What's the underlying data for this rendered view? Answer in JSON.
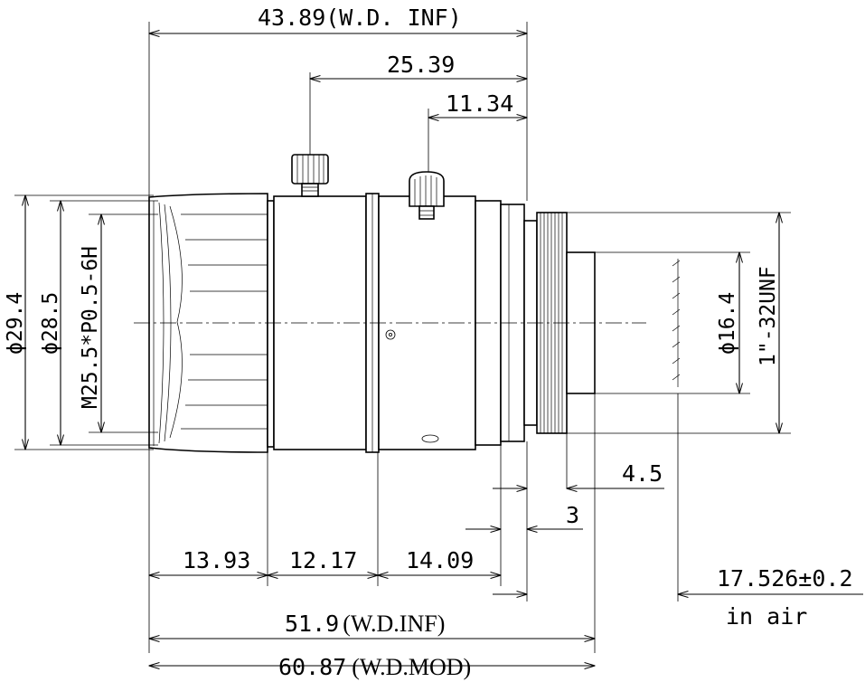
{
  "dimensions": {
    "overall_top": "43.89(W.D. INF)",
    "mid_top": "25.39",
    "small_top": "11.34",
    "dia_outer": "ϕ29.4",
    "dia_second": "ϕ28.5",
    "filter_thread": "M25.5*P0.5-6H",
    "dia_rear": "ϕ16.4",
    "mount_thread": "1\"-32UNF",
    "seg_1": "13.93",
    "seg_2": "12.17",
    "seg_3": "14.09",
    "flange_4_5": "4.5",
    "flange_3": "3",
    "back_focus": "17.526±0.2",
    "in_air": "in air",
    "length_inf_value": "51.9",
    "length_inf_note": "(W.D.INF)",
    "length_mod_value": "60.87",
    "length_mod_note": "(W.D.MOD)"
  }
}
